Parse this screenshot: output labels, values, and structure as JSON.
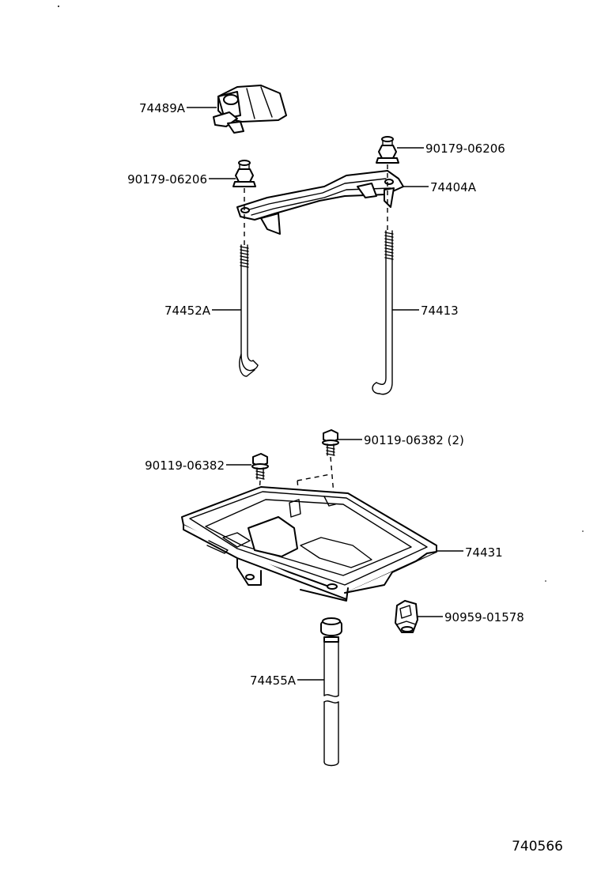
{
  "figure_code": "740566",
  "callouts": [
    {
      "id": "c1",
      "label": "74489A"
    },
    {
      "id": "c2",
      "label": "90179-06206"
    },
    {
      "id": "c3",
      "label": "90179-06206"
    },
    {
      "id": "c4",
      "label": "74404A"
    },
    {
      "id": "c5",
      "label": "74452A"
    },
    {
      "id": "c6",
      "label": "74413"
    },
    {
      "id": "c7",
      "label": "90119-06382 (2)"
    },
    {
      "id": "c8",
      "label": "90119-06382"
    },
    {
      "id": "c9",
      "label": "74431"
    },
    {
      "id": "c10",
      "label": "90959-01578"
    },
    {
      "id": "c11",
      "label": "74455A"
    }
  ]
}
